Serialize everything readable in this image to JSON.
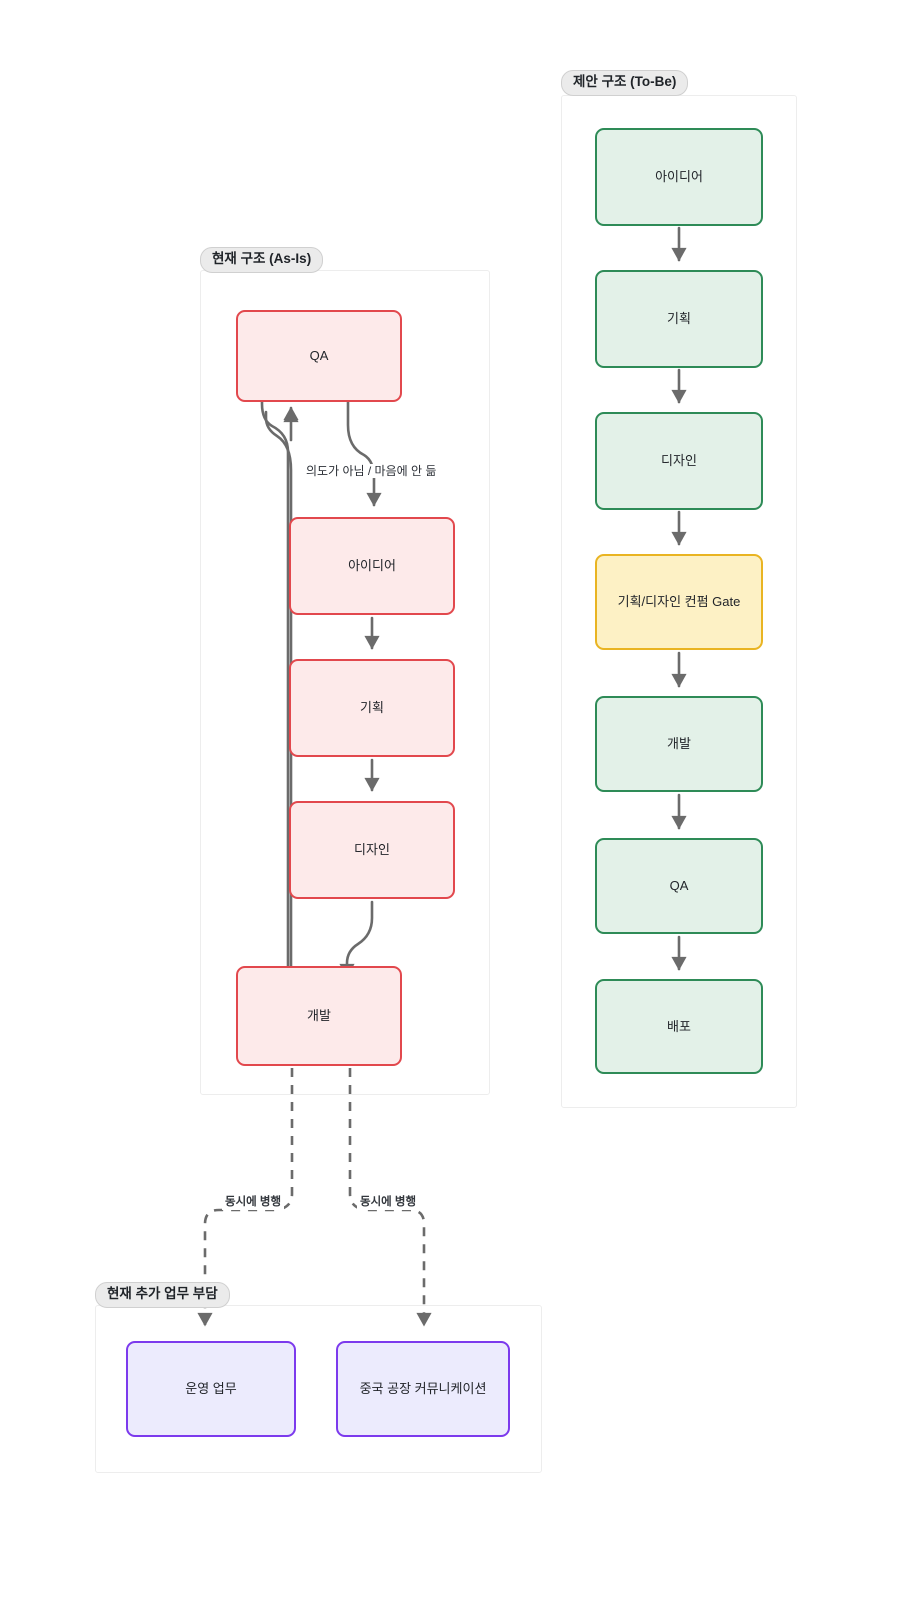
{
  "diagram": {
    "background": "#ffffff",
    "palette": {
      "red_border": "#e2484d",
      "red_fill": "#fdeaea",
      "green_border": "#2e8b57",
      "green_fill": "#e3f1e8",
      "yellow_border": "#e9b422",
      "yellow_fill": "#fdf1c5",
      "purple_border": "#7c3aed",
      "purple_fill": "#ecebfd",
      "edge_stroke": "#6b6b6b",
      "panel_border": "#ededed",
      "chip_fill": "#ebebeb"
    }
  },
  "panels": {
    "as_is": {
      "title": "현재 구조 (As-Is)"
    },
    "to_be": {
      "title": "제안 구조 (To-Be)"
    },
    "extra_load": {
      "title": "현재 추가 업무 부담"
    }
  },
  "nodes": {
    "as_is": [
      {
        "id": "asis-qa",
        "label": "QA",
        "color": "red"
      },
      {
        "id": "asis-idea",
        "label": "아이디어",
        "color": "red"
      },
      {
        "id": "asis-plan",
        "label": "기획",
        "color": "red"
      },
      {
        "id": "asis-design",
        "label": "디자인",
        "color": "red"
      },
      {
        "id": "asis-dev",
        "label": "개발",
        "color": "red"
      }
    ],
    "to_be": [
      {
        "id": "tobe-idea",
        "label": "아이디어",
        "color": "green"
      },
      {
        "id": "tobe-plan",
        "label": "기획",
        "color": "green"
      },
      {
        "id": "tobe-design",
        "label": "디자인",
        "color": "green"
      },
      {
        "id": "tobe-gate",
        "label": "기획/디자인 컨펌 Gate",
        "color": "yellow"
      },
      {
        "id": "tobe-dev",
        "label": "개발",
        "color": "green"
      },
      {
        "id": "tobe-qa",
        "label": "QA",
        "color": "green"
      },
      {
        "id": "tobe-deploy",
        "label": "배포",
        "color": "green"
      }
    ],
    "extra_load": [
      {
        "id": "extra-ops",
        "label": "운영 업무",
        "color": "purple"
      },
      {
        "id": "extra-china",
        "label": "중국 공장 커뮤니케이션",
        "color": "purple"
      }
    ]
  },
  "edge_labels": {
    "qa_feedback": "의도가 아님 / 마음에 안 듦",
    "parallel_left": "동시에 병행",
    "parallel_right": "동시에 병행"
  }
}
